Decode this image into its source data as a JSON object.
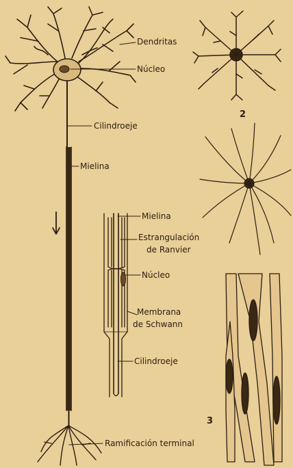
{
  "labels": {
    "dendritas": "Dendritas",
    "nucleo": "Núcleo",
    "cilindroeje": "Cilindroeje",
    "mielina": "Mielina",
    "ramificacion": "Ramificación terminal",
    "detalle_mielina": "Mielina",
    "estrangulacion_1": "Estrangulación",
    "estrangulacion_2": "de Ranvier",
    "detalle_nucleo": "Núcleo",
    "membrana_1": "Membrana",
    "membrana_2": "de Schwann",
    "detalle_cilindroeje": "Cilindroeje"
  },
  "figure_numbers": {
    "fig2": "2",
    "fig3": "3"
  },
  "colors": {
    "paper": "#e9cf98",
    "ink": "#2a1d10"
  }
}
